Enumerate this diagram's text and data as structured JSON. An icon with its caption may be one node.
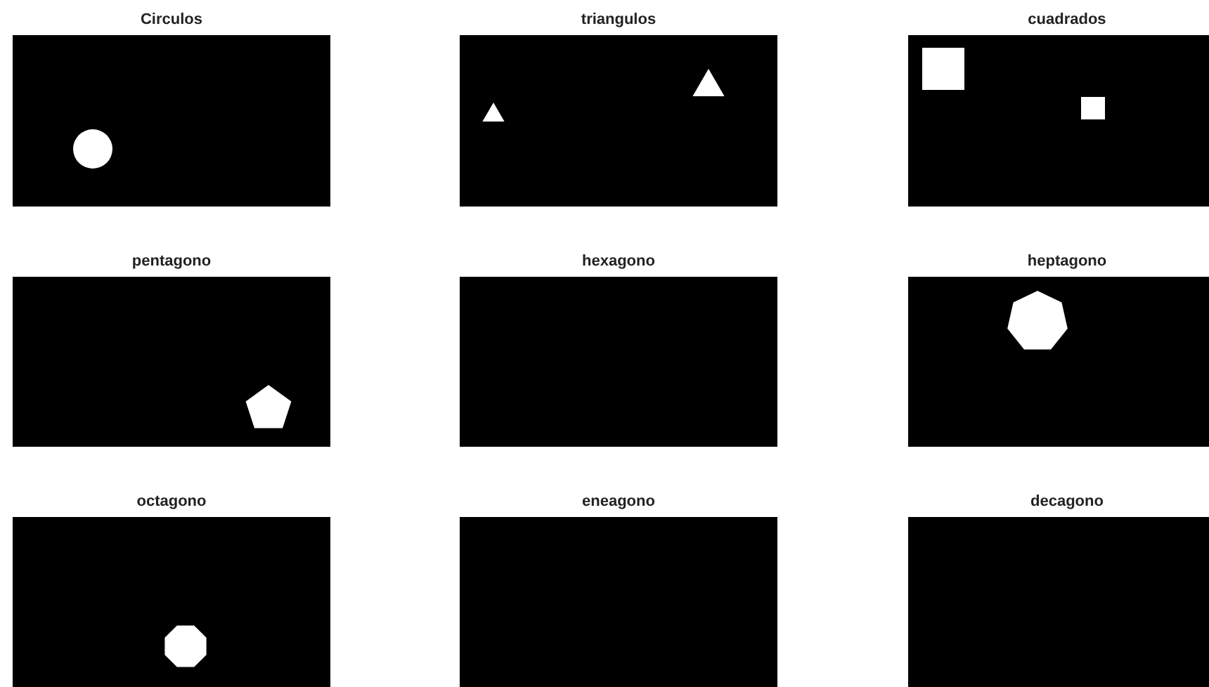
{
  "diagram": {
    "nodes": [
      {
        "text": [
          "Circulos"
        ]
      },
      {
        "text": [
          "triangulos"
        ]
      },
      {
        "text": [
          "cuadrados"
        ]
      },
      {
        "text": [
          "pentagono"
        ]
      },
      {
        "text": [
          "hexagono"
        ]
      },
      {
        "text": [
          "heptagono"
        ]
      },
      {
        "text": [
          "octagono"
        ]
      },
      {
        "text": [
          "eneagono"
        ]
      },
      {
        "text": [
          "decagono"
        ]
      }
    ]
  }
}
